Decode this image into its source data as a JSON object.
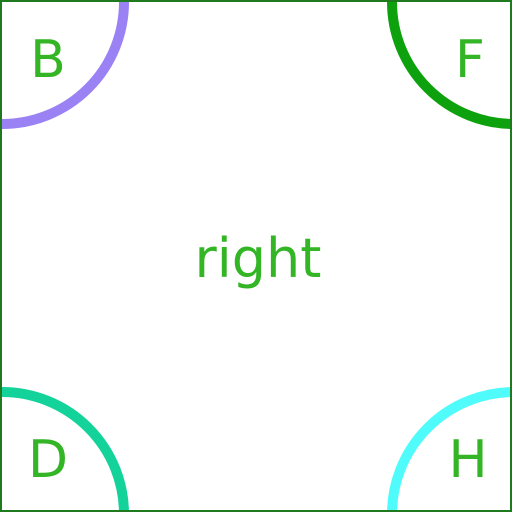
{
  "center_word": "right",
  "corners": {
    "top_left": {
      "letter": "B",
      "arc_color": "#9b82f4"
    },
    "top_right": {
      "letter": "F",
      "arc_color": "#0ea10e"
    },
    "bottom_left": {
      "letter": "D",
      "arc_color": "#14d39a"
    },
    "bottom_right": {
      "letter": "H",
      "arc_color": "#4ffcfb"
    }
  },
  "colors": {
    "border": "#1f7a1f",
    "text": "#33b526",
    "background": "#ffffff"
  }
}
